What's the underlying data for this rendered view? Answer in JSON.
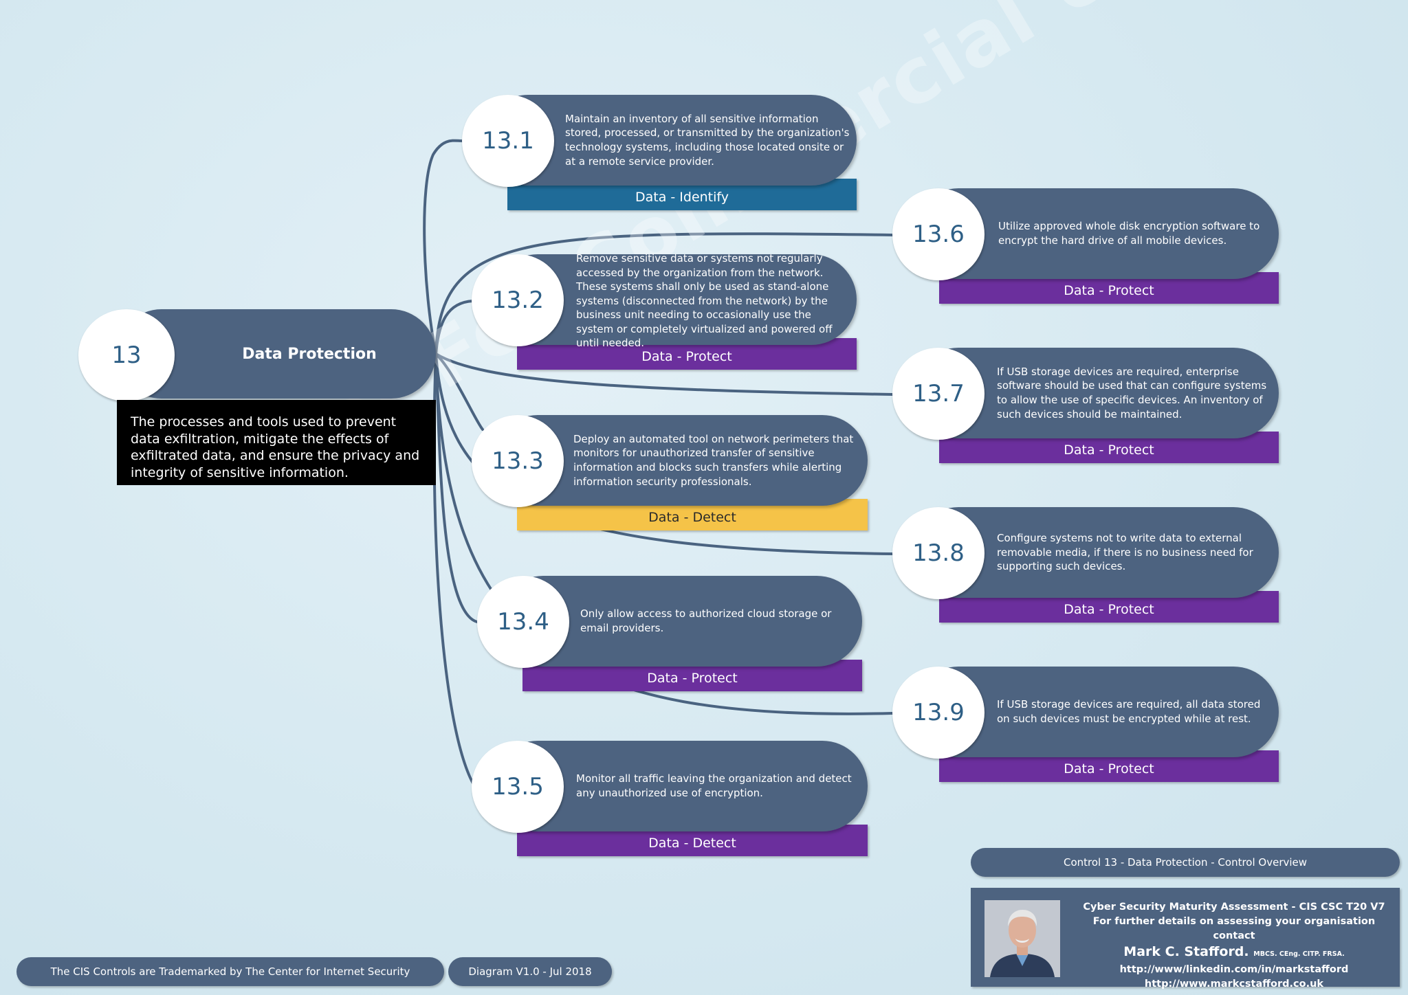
{
  "watermark": "Not For Commercial Use",
  "control": {
    "number": "13",
    "title": "Data Protection",
    "description": "The processes and tools used to prevent data exfiltration, mitigate the effects of exfiltrated data, and ensure the privacy and integrity of sensitive information."
  },
  "subcontrols": [
    {
      "id": "13.1",
      "text": "Maintain an inventory of all sensitive information stored, processed, or transmitted by the organization's technology systems, including those located onsite or at a remote service provider.",
      "category": "Data - Identify",
      "category_color": "#1f6b98"
    },
    {
      "id": "13.2",
      "text": "Remove sensitive data or systems not regularly accessed by the organization from the network. These systems shall only be used as stand-alone systems (disconnected from the network) by the business unit needing to occasionally use the system or completely virtualized and powered off until needed.",
      "category": "Data - Protect",
      "category_color": "#6b2f9d"
    },
    {
      "id": "13.3",
      "text": "Deploy an automated tool on network perimeters that monitors for unauthorized transfer of sensitive information and blocks such transfers while alerting information security professionals.",
      "category": "Data - Detect",
      "category_color": "#f5c348"
    },
    {
      "id": "13.4",
      "text": "Only allow access to authorized cloud storage or email providers.",
      "category": "Data - Protect",
      "category_color": "#6b2f9d"
    },
    {
      "id": "13.5",
      "text": "Monitor all traffic leaving the organization and detect any unauthorized use of encryption.",
      "category": "Data - Detect",
      "category_color": "#6b2f9d"
    },
    {
      "id": "13.6",
      "text": "Utilize approved whole disk encryption software to encrypt the hard drive of all mobile devices.",
      "category": "Data - Protect",
      "category_color": "#6b2f9d"
    },
    {
      "id": "13.7",
      "text": "If USB storage devices are required, enterprise software should be used that can configure systems to allow the use of specific devices. An inventory of such devices should be maintained.",
      "category": "Data - Protect",
      "category_color": "#6b2f9d"
    },
    {
      "id": "13.8",
      "text": "Configure systems not to write data to external removable media, if there is no business need for supporting such devices.",
      "category": "Data - Protect",
      "category_color": "#6b2f9d"
    },
    {
      "id": "13.9",
      "text": "If USB storage devices are required, all data stored on such devices must be encrypted while at rest.",
      "category": "Data - Protect",
      "category_color": "#6b2f9d"
    }
  ],
  "footer": {
    "overview": "Control 13 - Data Protection - Control Overview",
    "trademark": "The CIS Controls are Trademarked by The Center for Internet Security",
    "version": "Diagram V1.0 - Jul 2018"
  },
  "author": {
    "line1": "Cyber Security Maturity Assessment - CIS CSC T20 V7",
    "line2": "For further details on assessing your organisation contact",
    "name": "Mark C. Stafford.",
    "credentials": "MBCS. CEng. CITP. FRSA.",
    "linkedin": "http://www/linkedin.com/in/markstafford",
    "website": "http://www.markcstafford.co.uk"
  },
  "colors": {
    "pill": "#4d6380",
    "connector": "#4a6380",
    "identify": "#1f6b98",
    "protect": "#6b2f9d",
    "detect_yellow": "#f5c348"
  }
}
